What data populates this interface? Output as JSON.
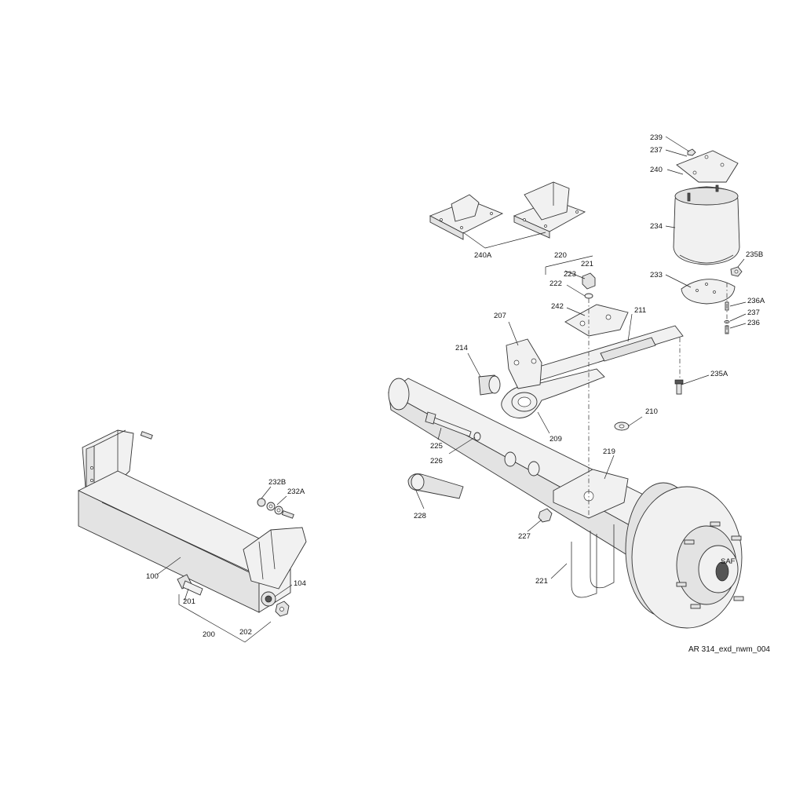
{
  "drawing": {
    "reference": "AR 314_exd_nwm_004",
    "hub_text": "SAF"
  },
  "callouts": {
    "c239": "239",
    "c237_top": "237",
    "c240": "240",
    "c234": "234",
    "c235B": "235B",
    "c233": "233",
    "c236A": "236A",
    "c237_right": "237",
    "c236": "236",
    "c235A": "235A",
    "c240A": "240A",
    "c220": "220",
    "c221_top": "221",
    "c223": "223",
    "c222": "222",
    "c242": "242",
    "c211": "211",
    "c207": "207",
    "c214": "214",
    "c209": "209",
    "c210": "210",
    "c219": "219",
    "c225": "225",
    "c226": "226",
    "c228": "228",
    "c227": "227",
    "c221_bottom": "221",
    "c232B": "232B",
    "c232A": "232A",
    "c104": "104",
    "c100": "100",
    "c201": "201",
    "c200": "200",
    "c202": "202"
  }
}
